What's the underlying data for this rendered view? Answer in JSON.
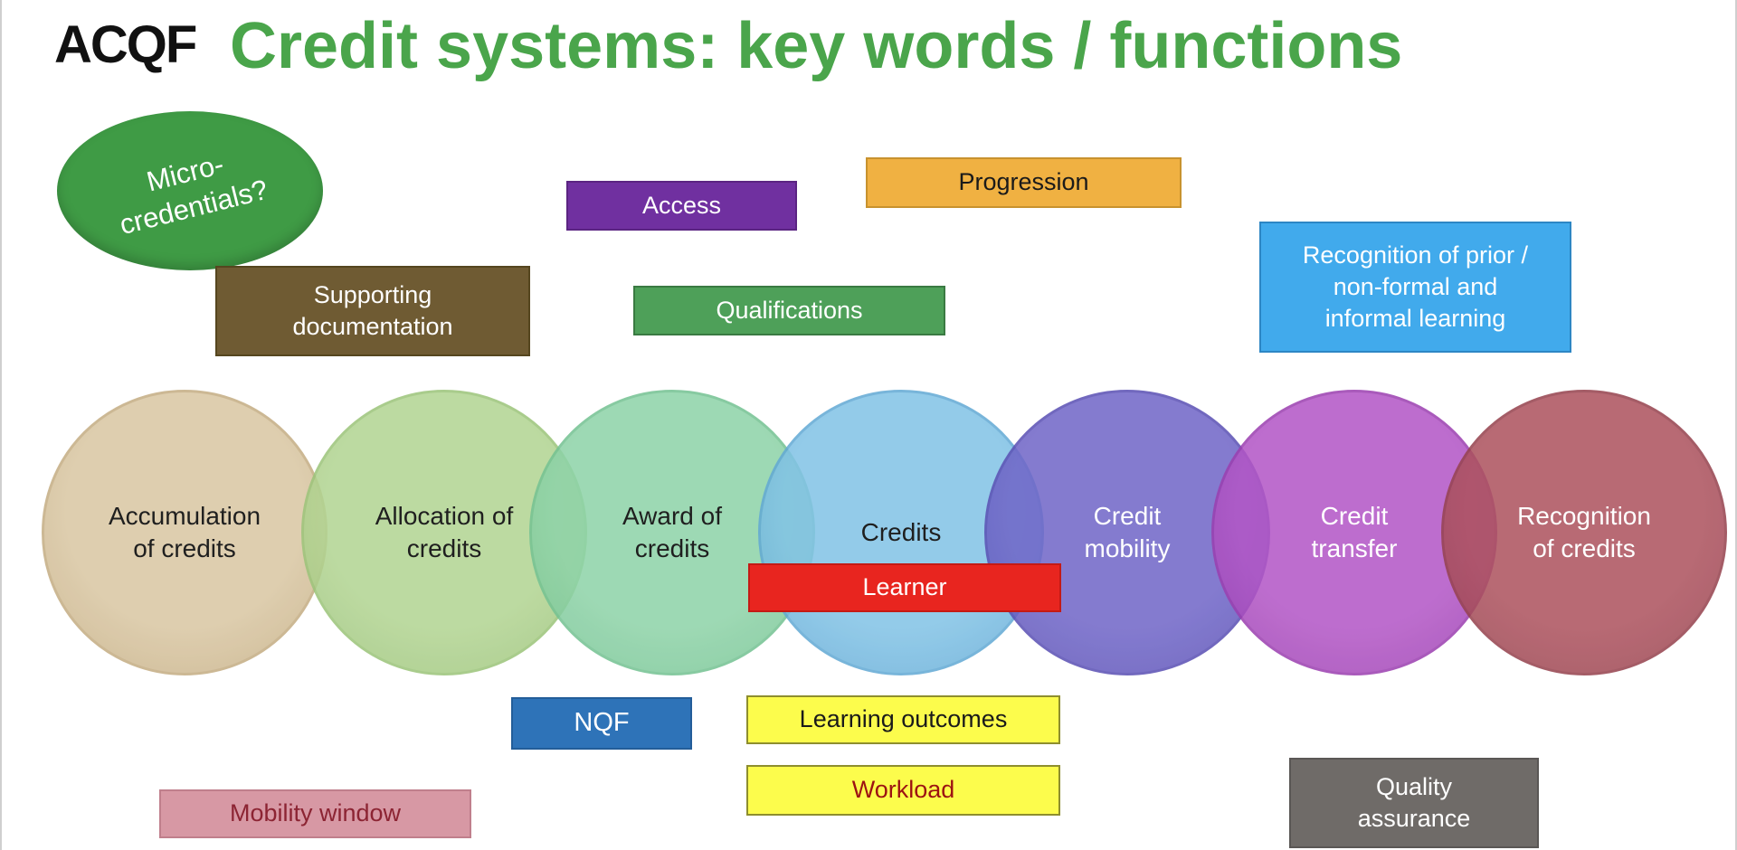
{
  "header": {
    "logo_text": "ACQF",
    "title": "Credit systems: key words / functions",
    "title_color": "#4aa54b"
  },
  "bubble": {
    "micro_credentials": {
      "label": "Micro-\ncredentials?",
      "fill": "#3f9b45",
      "border": "#368a3c",
      "text_color": "#ffffff"
    }
  },
  "tags": {
    "access": {
      "label": "Access",
      "fill": "#7030a0",
      "border": "#5b2482",
      "text_color": "#ffffff"
    },
    "progression": {
      "label": "Progression",
      "fill": "#f0b142",
      "border": "#c8922e",
      "text_color": "#1a1a1a"
    },
    "supporting_documentation": {
      "label": "Supporting\ndocumentation",
      "fill": "#6f5b33",
      "border": "#55461f",
      "text_color": "#ffffff"
    },
    "qualifications": {
      "label": "Qualifications",
      "fill": "#4ea059",
      "border": "#3a7a42",
      "text_color": "#ffffff"
    },
    "recognition_prior_learning": {
      "label": "Recognition of prior /\nnon-formal and\ninformal learning",
      "fill": "#41aaec",
      "border": "#2d86c4",
      "text_color": "#ffffff"
    },
    "learner": {
      "label": "Learner",
      "fill": "#e8251f",
      "border": "#c41a15",
      "text_color": "#ffffff"
    },
    "nqf": {
      "label": "NQF",
      "fill": "#2e73b8",
      "border": "#235d99",
      "text_color": "#ffffff"
    },
    "learning_outcomes": {
      "label": "Learning outcomes",
      "fill": "#fcfc4c",
      "border": "#8e8e2e",
      "text_color": "#1a1a1a"
    },
    "workload": {
      "label": "Workload",
      "fill": "#fcfc4c",
      "border": "#8e8e2e",
      "text_color": "#9c1212"
    },
    "mobility_window": {
      "label": "Mobility window",
      "fill": "#d798a4",
      "border": "#c07f8c",
      "text_color": "#8c2433"
    },
    "quality_assurance": {
      "label": "Quality\nassurance",
      "fill": "#6f6b68",
      "border": "#5a5755",
      "text_color": "#ffffff"
    }
  },
  "circles": [
    {
      "label": "Accumulation\nof credits",
      "fill": "#d9c6a2",
      "edge": "#c4ad83",
      "text_color": "#1f1f1f"
    },
    {
      "label": "Allocation of\ncredits",
      "fill": "#b2d492",
      "edge": "#9cc47a",
      "text_color": "#1f1f1f"
    },
    {
      "label": "Award of\ncredits",
      "fill": "#8ed3a8",
      "edge": "#74c292",
      "text_color": "#1f1f1f"
    },
    {
      "label": "Credits",
      "fill": "#82c3e6",
      "edge": "#62a9d4",
      "text_color": "#1f1f1f"
    },
    {
      "label": "Credit\nmobility",
      "fill": "#7066c8",
      "edge": "#5a50b4",
      "text_color": "#ffffff"
    },
    {
      "label": "Credit\ntransfer",
      "fill": "#b356c6",
      "edge": "#9b3fb0",
      "text_color": "#ffffff"
    },
    {
      "label": "Recognition\nof credits",
      "fill": "#ad525e",
      "edge": "#96424e",
      "text_color": "#ffffff"
    }
  ]
}
